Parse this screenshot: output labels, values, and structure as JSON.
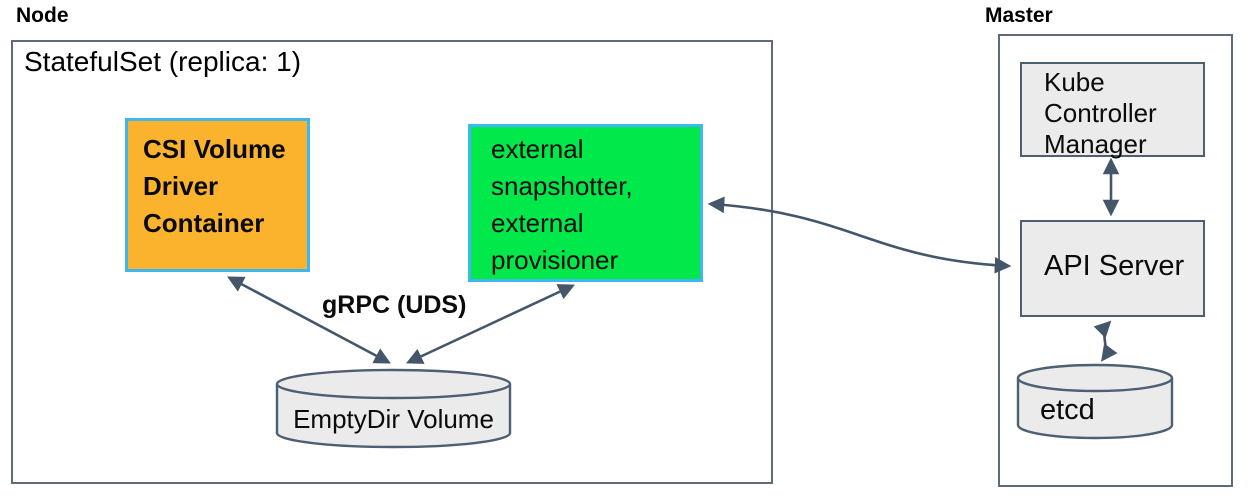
{
  "node": {
    "title": "Node",
    "statefulset_label": "StatefulSet (replica: 1)",
    "csi_box": {
      "lines": [
        "CSI Volume",
        "Driver",
        "Container"
      ]
    },
    "external_box": {
      "lines": [
        "external",
        "snapshotter,",
        "external",
        "provisioner"
      ]
    },
    "grpc_label": "gRPC (UDS)",
    "emptydir_label": "EmptyDir Volume"
  },
  "master": {
    "title": "Master",
    "kcm_box": {
      "lines": [
        "Kube",
        "Controller",
        "Manager"
      ]
    },
    "api_server_label": "API Server",
    "etcd_label": "etcd"
  },
  "colors": {
    "csi_fill": "#FBB32E",
    "external_fill": "#00E84A",
    "highlight_border": "#3EB7F0",
    "component_fill": "#EBEBEB",
    "stroke": "#44566A",
    "outer_border": "#5D6B7C",
    "inner_border": "#4D5F73"
  }
}
